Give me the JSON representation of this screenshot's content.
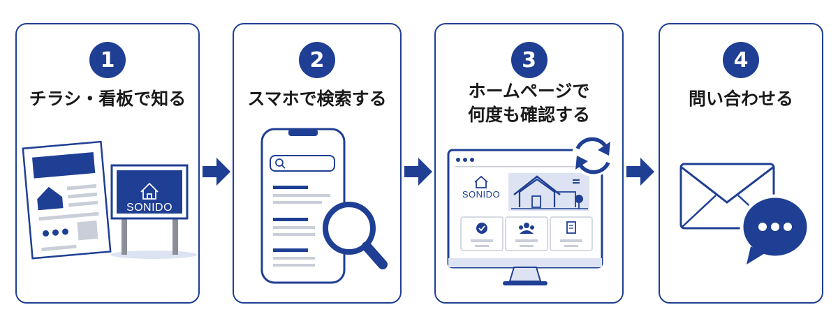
{
  "steps": [
    {
      "number": "1",
      "title": "チラシ・看板で知る",
      "sign_text": "SONIDO"
    },
    {
      "number": "2",
      "title": "スマホで検索する"
    },
    {
      "number": "3",
      "title_line1": "ホームページで",
      "title_line2": "何度も確認する",
      "logo_text": "SONIDO"
    },
    {
      "number": "4",
      "title": "問い合わせる"
    }
  ],
  "colors": {
    "primary": "#1f3f94",
    "light": "#dde3f2",
    "gray": "#c9ced8"
  }
}
